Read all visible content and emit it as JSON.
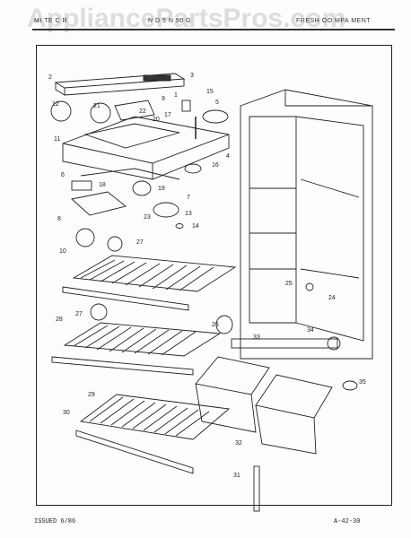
{
  "header": {
    "watermark": "AppliancePartsPros.com",
    "left_code": "MI TE C R",
    "center_code": "N  D  5   N  50  G",
    "right_title": "FRESH   OO   MPA  MENT"
  },
  "footer": {
    "issued": "ISSUED 6/86",
    "page_code": "A-42-30"
  },
  "callouts": [
    "2",
    "3",
    "1",
    "15",
    "5",
    "12",
    "21",
    "22",
    "20",
    "17",
    "11",
    "4",
    "6",
    "18",
    "16",
    "19",
    "7",
    "8",
    "13",
    "23",
    "14",
    "10",
    "27",
    "25",
    "24",
    "28",
    "27",
    "26",
    "33",
    "34",
    "35",
    "29",
    "30",
    "32",
    "31",
    "9"
  ]
}
